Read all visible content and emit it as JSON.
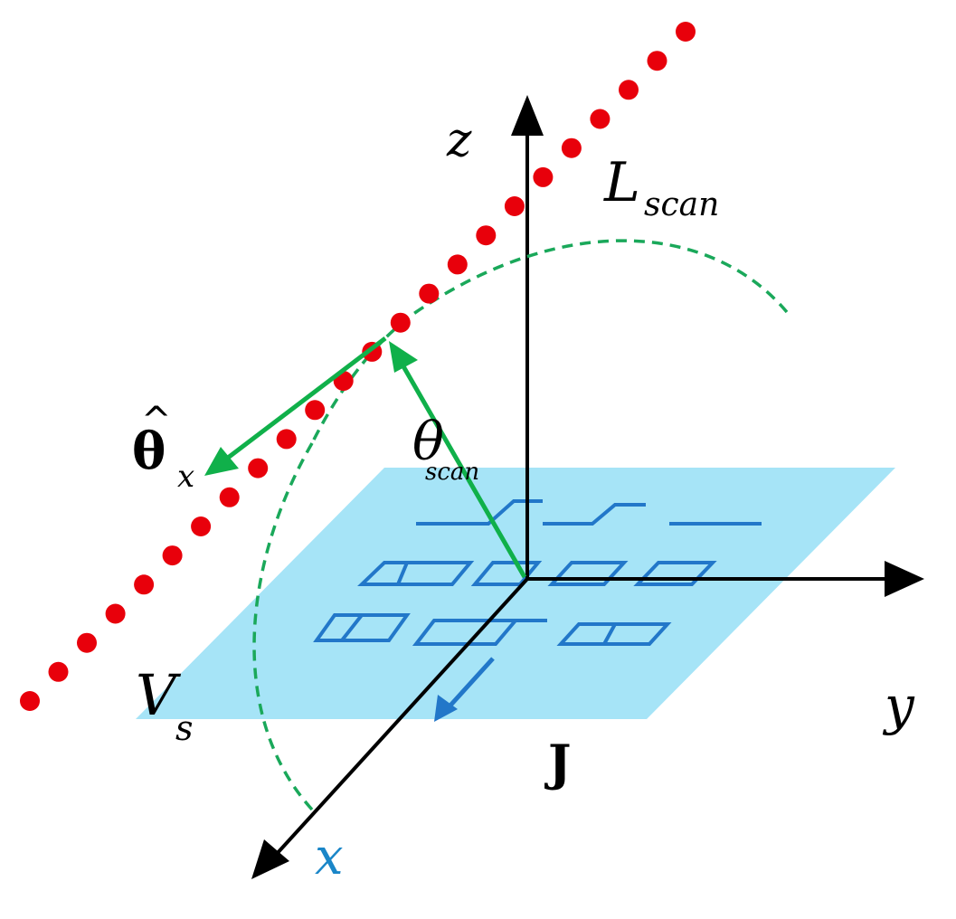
{
  "labels": {
    "z_axis": "z",
    "y_axis": "y",
    "x_axis": "x",
    "l_scan_main": "L",
    "l_scan_sub": "scan",
    "theta_hat_main": "θ",
    "theta_hat_sub": "x",
    "theta_scan_main": "θ",
    "theta_scan_sub": "scan",
    "v_main": "V",
    "v_sub": "s",
    "current": "J"
  },
  "colors": {
    "plane": "#a6e4f7",
    "elements": "#2277c9",
    "scan_points": "#e8000b",
    "arc": "#1aa85a",
    "vectors": "#10b04a",
    "axes": "#000000",
    "x_label": "#1a86c8"
  }
}
